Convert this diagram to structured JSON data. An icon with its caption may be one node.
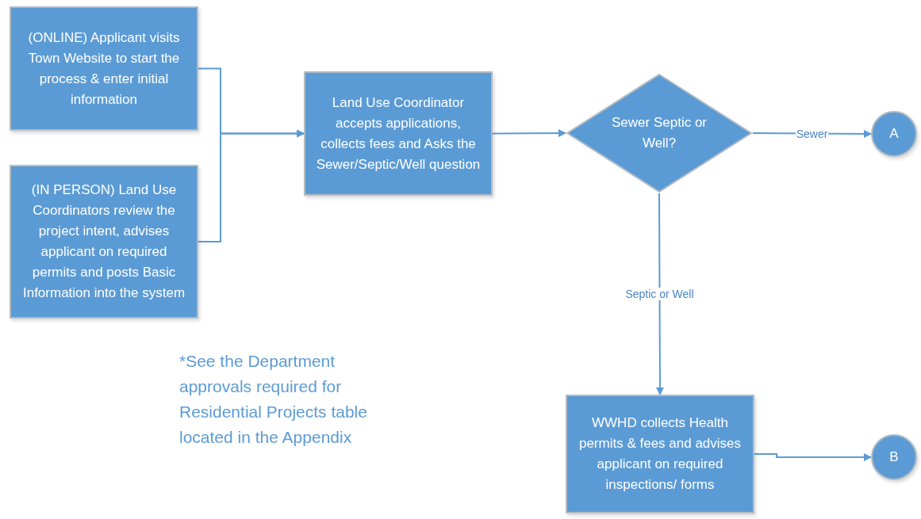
{
  "diagram": {
    "nodes": [
      {
        "text": [
          "(ONLINE) Applicant visits Town Website to start the process & enter initial information"
        ]
      },
      {
        "text": [
          "(IN PERSON) Land Use Coordinators review the project intent, advises applicant on required permits and posts Basic Information into the system"
        ]
      },
      {
        "text": [
          "Land Use Coordinator accepts applications, collects fees and Asks the Sewer/Septic/Well question"
        ]
      },
      {
        "text": [
          "Sewer Septic or Well?"
        ]
      },
      {
        "text": [
          "A"
        ]
      },
      {
        "text": [
          "WWHD collects Health permits & fees and advises applicant on required inspections/ forms"
        ]
      },
      {
        "text": [
          "B"
        ]
      }
    ],
    "edges": [
      {
        "from": 0,
        "to": 2,
        "arrow": "to"
      },
      {
        "from": 1,
        "to": 2,
        "arrow": "to"
      },
      {
        "from": 2,
        "to": 3,
        "arrow": "to"
      },
      {
        "from": 3,
        "to": 4,
        "arrow": "to",
        "label": "Sewer"
      },
      {
        "from": 3,
        "to": 5,
        "arrow": "to",
        "label": "Septic or Well"
      },
      {
        "from": 5,
        "to": 6,
        "arrow": "to"
      }
    ],
    "labels": [
      "*See the Department approvals required for Residential Projects table located in the Appendix"
    ]
  }
}
